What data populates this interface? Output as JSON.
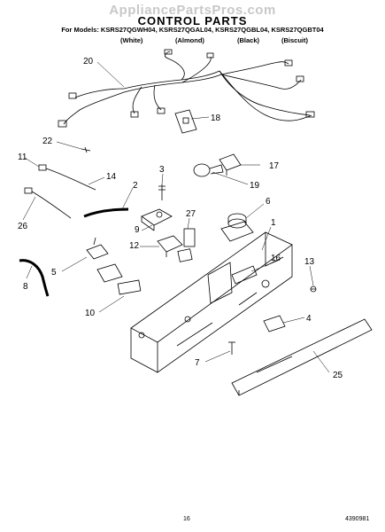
{
  "watermark": "AppliancePartsPros.com",
  "title": "CONTROL PARTS",
  "models_line": "For Models: KSRS27QGWH04, KSRS27QGAL04, KSRS27QGBL04, KSRS27QGBT04",
  "colors": [
    "(White)",
    "(Almond)",
    "(Black)",
    "(Biscuit)"
  ],
  "callouts": [
    "20",
    "18",
    "22",
    "11",
    "14",
    "3",
    "17",
    "2",
    "19",
    "27",
    "6",
    "9",
    "1",
    "26",
    "12",
    "16",
    "13",
    "5",
    "8",
    "10",
    "4",
    "7",
    "25"
  ],
  "page_number": "16",
  "doc_number": "4390981"
}
